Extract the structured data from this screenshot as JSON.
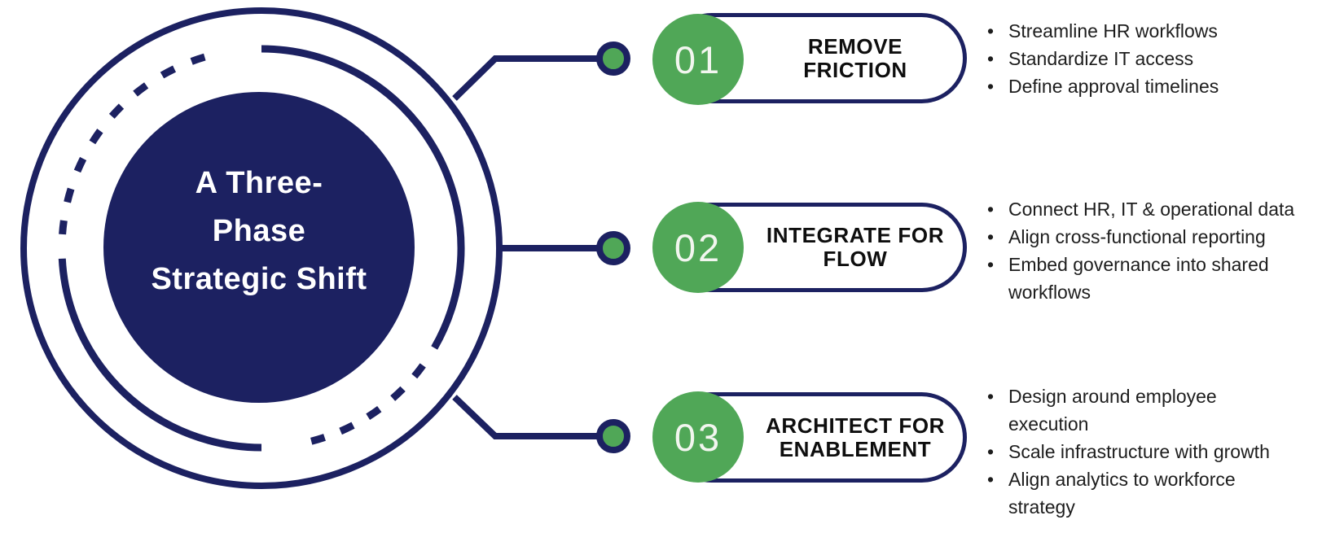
{
  "colors": {
    "navy": "#1c2161",
    "green": "#50a757",
    "text_dark": "#1d1d1d",
    "white": "#ffffff"
  },
  "center": {
    "title_lines": [
      "A Three-",
      "Phase",
      "Strategic Shift"
    ]
  },
  "phases": [
    {
      "number": "01",
      "title": "REMOVE\nFRICTION",
      "bullets": [
        "Streamline HR workflows",
        "Standardize IT access",
        "Define approval timelines"
      ]
    },
    {
      "number": "02",
      "title": "INTEGRATE FOR\nFLOW",
      "bullets": [
        "Connect HR, IT & operational data",
        "Align cross-functional reporting",
        "Embed governance into shared\nworkflows"
      ]
    },
    {
      "number": "03",
      "title": "ARCHITECT FOR\nENABLEMENT",
      "bullets": [
        "Design around employee\nexecution",
        "Scale infrastructure with growth",
        "Align analytics to workforce\nstrategy"
      ]
    }
  ]
}
